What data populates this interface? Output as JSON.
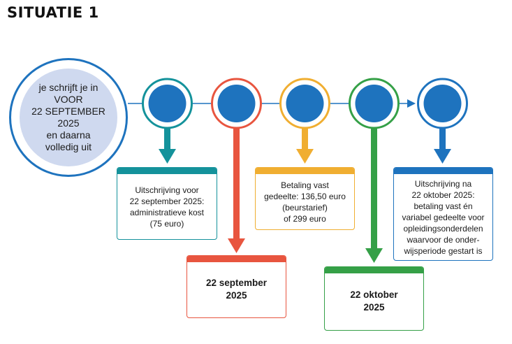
{
  "title": "SITUATIE 1",
  "start_circle": {
    "text": "je schrijft je in\nVOOR\n22 SEPTEMBER 2025\nen daarna\nvolledig uit"
  },
  "boxes": {
    "administratieve_kost": "Uitschrijving voor\n22 september 2025:\nadministratieve kost\n(75 euro)",
    "vast_gedeelte": "Betaling vast\ngedeelte: 136,50 euro\n(beurstarief)\nof 299 euro",
    "na_22_oktober": "Uitschrijving na\n22 oktober 2025:\nbetaling vast én\nvariabel gedeelte voor\nopleidingsonderdelen\nwaarvoor de onder-\nwijsperiode gestart is",
    "date_22_september": "22 september\n2025",
    "date_22_oktober": "22 oktober\n2025"
  },
  "colors": {
    "blue": "#1e73be",
    "teal": "#14929b",
    "red": "#e8553f",
    "yellow": "#f0ae31",
    "green": "#35a047",
    "light_blue_fill": "#cfd9ef"
  }
}
